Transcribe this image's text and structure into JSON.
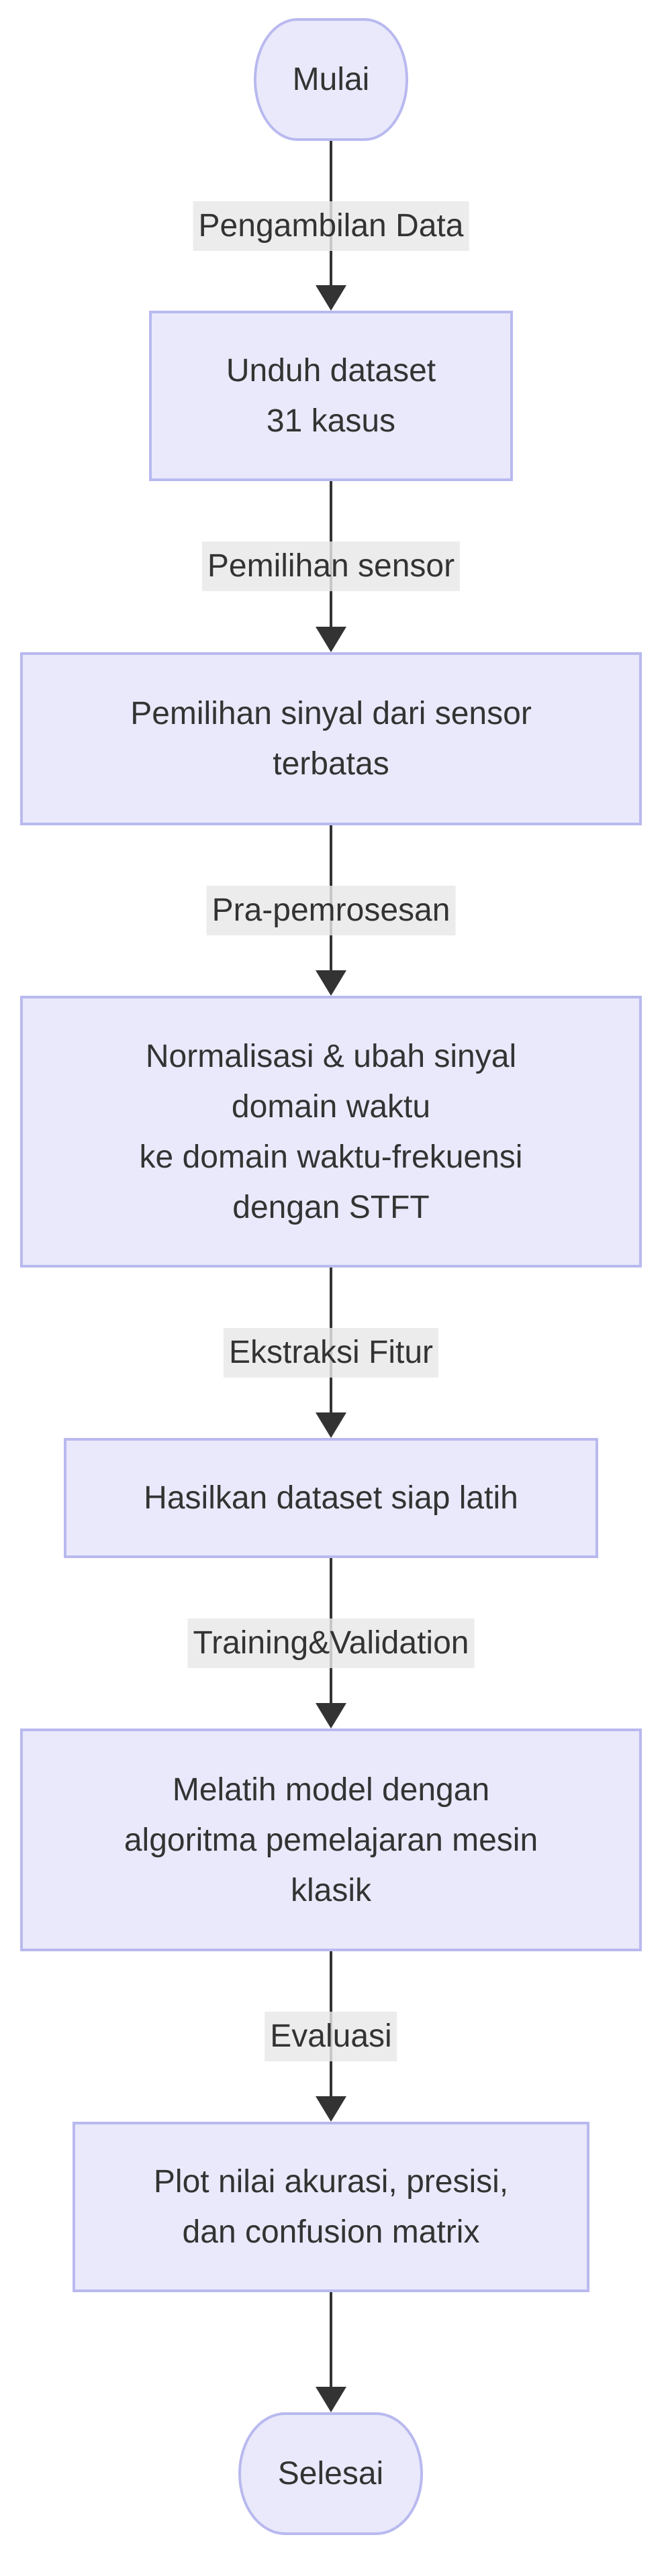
{
  "flowchart": {
    "title": "Diagram alir metodologi (mermaid flowchart, top-down)",
    "colors": {
      "node_fill": "#E9E9FB",
      "node_border": "#B9B9F0",
      "edge": "#333333",
      "label_bg": "#E8E8E8",
      "text": "#333333"
    },
    "nodes": {
      "start": "Mulai",
      "download": "Unduh dataset\n31 kasus",
      "select": "Pemilihan sinyal dari sensor\nterbatas",
      "preprocess": "Normalisasi & ubah sinyal\ndomain waktu\nke domain waktu-frekuensi\ndengan STFT",
      "dataset": "Hasilkan dataset siap latih",
      "train": "Melatih model dengan\nalgoritma pemelajaran mesin\nklasik",
      "plot": "Plot nilai akurasi, presisi,\ndan confusion matrix",
      "end": "Selesai"
    },
    "edge_labels": {
      "e1": "Pengambilan Data",
      "e2": "Pemilihan sensor",
      "e3": "Pra-pemrosesan",
      "e4": "Ekstraksi Fitur",
      "e5": "Training&Validation",
      "e6": "Evaluasi"
    }
  }
}
